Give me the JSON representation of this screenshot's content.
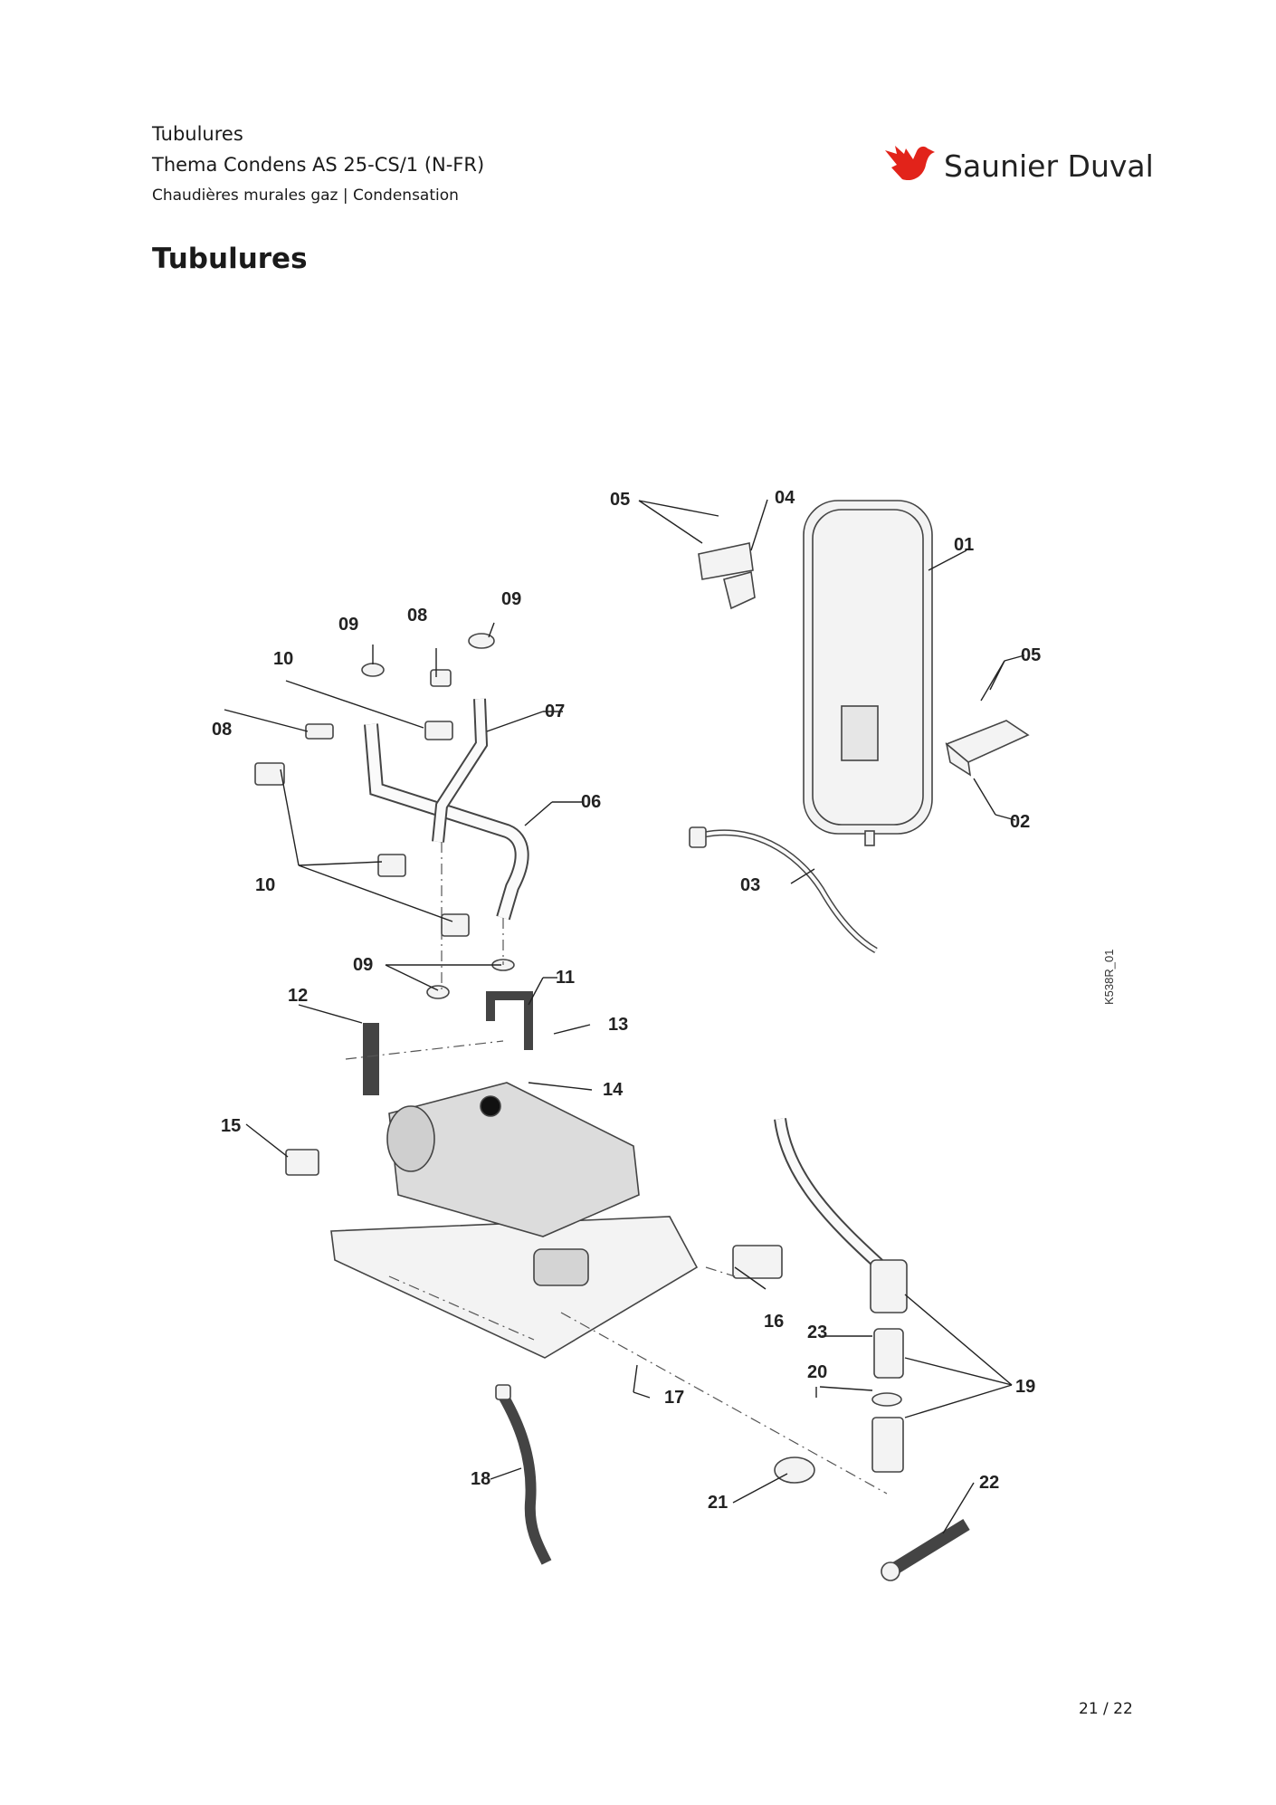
{
  "header": {
    "line1": "Tubulures",
    "line2": "Thema Condens AS 25-CS/1 (N-FR)",
    "line3": "Chaudières murales gaz | Condensation"
  },
  "brand": {
    "name": "Saunier Duval",
    "color": "#e2231a"
  },
  "title": "Tubulures",
  "diagram_code": "K538R_01",
  "labels": [
    "01",
    "02",
    "03",
    "04",
    "05",
    "05",
    "06",
    "07",
    "08",
    "08",
    "09",
    "09",
    "09",
    "10",
    "10",
    "11",
    "12",
    "13",
    "14",
    "15",
    "16",
    "17",
    "18",
    "19",
    "20",
    "21",
    "22",
    "23"
  ],
  "page_number": "21 / 22"
}
